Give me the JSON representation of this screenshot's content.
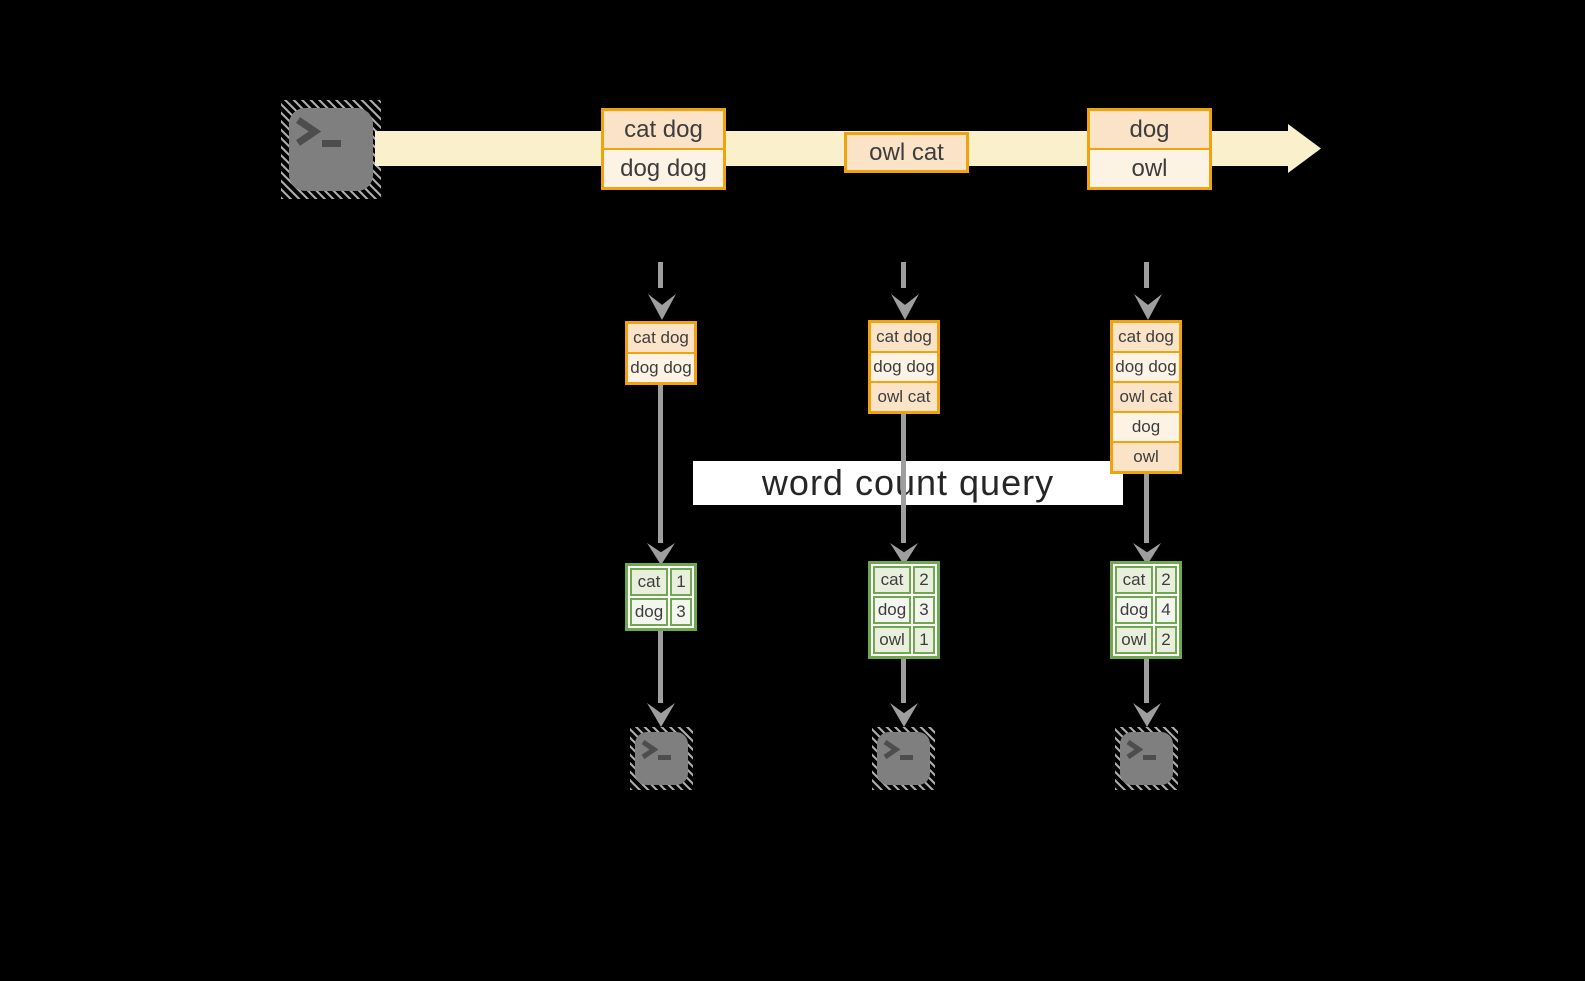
{
  "colors": {
    "background": "#000000",
    "stream_yellow": "#faf0cc",
    "golden_border": "#f0a30f",
    "record_peach": "#fae3c7",
    "record_cream": "#fdf3e5",
    "green_border": "#70a84f",
    "count_sage": "#e8efdd",
    "count_sage_light": "#f3f6ee",
    "arrow_gray": "#9e9e9e",
    "terminal_gray": "#7f7f7f"
  },
  "diagram": {
    "source_icon": "terminal-icon",
    "query_label": "word count query",
    "stream_batches": [
      {
        "records": [
          "cat dog",
          "dog dog"
        ]
      },
      {
        "records": [
          "owl cat"
        ]
      },
      {
        "records": [
          "dog",
          "owl"
        ]
      }
    ],
    "columns": [
      {
        "state_records": [
          "cat dog",
          "dog dog"
        ],
        "counts": [
          {
            "word": "cat",
            "count": "1"
          },
          {
            "word": "dog",
            "count": "3"
          }
        ],
        "sink_icon": "terminal-icon"
      },
      {
        "state_records": [
          "cat dog",
          "dog dog",
          "owl cat"
        ],
        "counts": [
          {
            "word": "cat",
            "count": "2"
          },
          {
            "word": "dog",
            "count": "3"
          },
          {
            "word": "owl",
            "count": "1"
          }
        ],
        "sink_icon": "terminal-icon"
      },
      {
        "state_records": [
          "cat dog",
          "dog dog",
          "owl cat",
          "dog",
          "owl"
        ],
        "counts": [
          {
            "word": "cat",
            "count": "2"
          },
          {
            "word": "dog",
            "count": "4"
          },
          {
            "word": "owl",
            "count": "2"
          }
        ],
        "sink_icon": "terminal-icon"
      }
    ]
  }
}
